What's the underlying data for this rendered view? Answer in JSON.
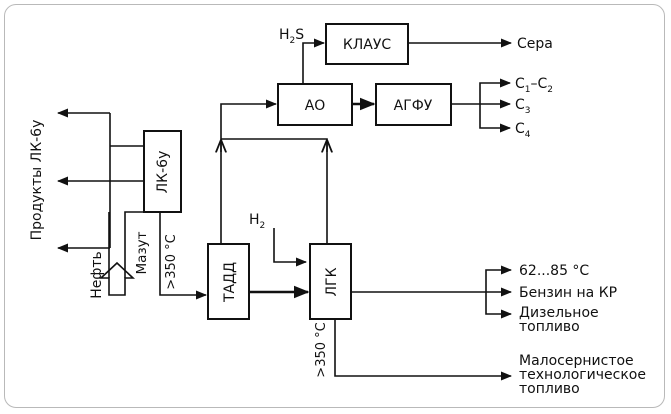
{
  "boxes": {
    "lk6u": "ЛК-6у",
    "tadd": "ТАДД",
    "lgk": "ЛГК",
    "ao": "АО",
    "agfu": "АГФУ",
    "klaus": "КЛАУС"
  },
  "labels": {
    "products": "Продукты ЛК-6у",
    "oil": "Нефть",
    "mazut": "Мазут",
    "temp1": ">350 °С",
    "temp2": ">350 °С",
    "h2s_main": "H",
    "h2s_sub": "2",
    "h2s_tail": "S",
    "h2_main": "H",
    "h2_sub": "2"
  },
  "outputs": {
    "sulfur": "Сера",
    "c1c2": {
      "a": "С",
      "a_sub": "1",
      "dash": "–С",
      "b_sub": "2"
    },
    "c3": {
      "a": "С",
      "a_sub": "3"
    },
    "c4": {
      "a": "С",
      "a_sub": "4"
    },
    "fraction": "62...85 °С",
    "gasoline": "Бензин на КР",
    "diesel_1": "Дизельное",
    "diesel_2": "топливо",
    "fuel_1": "Малосернистое",
    "fuel_2": "технологическое",
    "fuel_3": "топливо"
  }
}
